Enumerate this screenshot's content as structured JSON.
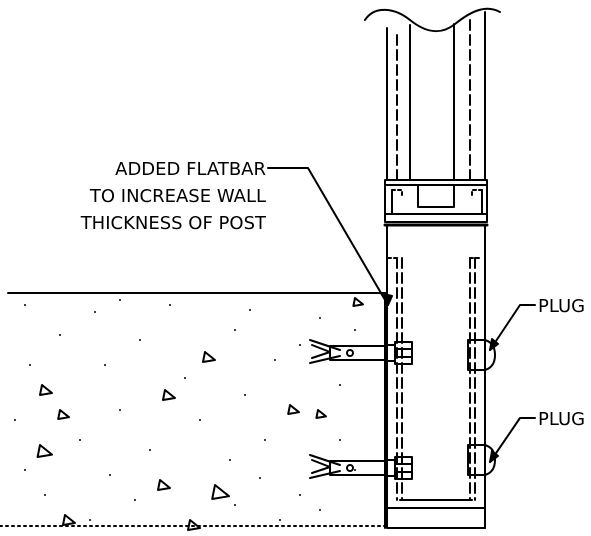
{
  "callouts": {
    "flatbar_line1": "ADDED FLATBAR",
    "flatbar_line2": "TO INCREASE WALL",
    "flatbar_line3": "THICKNESS OF POST",
    "plug_upper": "PLUG",
    "plug_lower": "PLUG"
  },
  "colors": {
    "line": "#000000",
    "background": "#ffffff"
  }
}
